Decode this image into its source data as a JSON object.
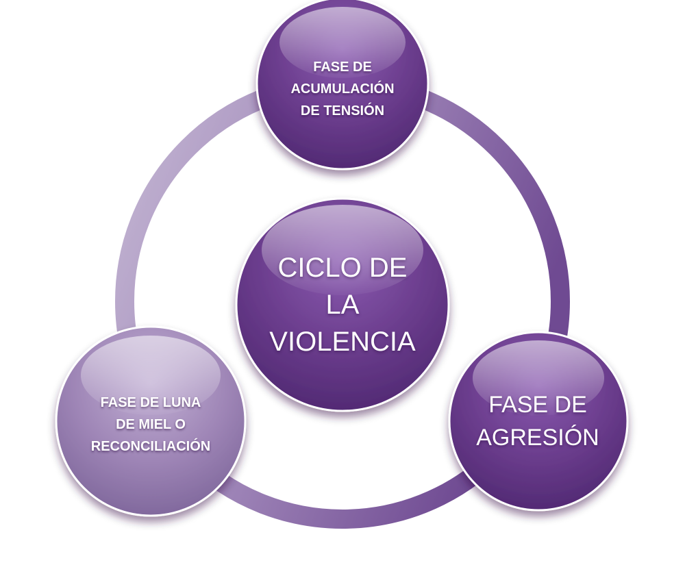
{
  "diagram": {
    "type": "cycle",
    "center": {
      "lines": [
        "CICLO DE",
        "LA",
        "VIOLENCIA"
      ]
    },
    "phases": [
      {
        "lines": [
          "FASE  DE",
          "ACUMULACIÓN",
          "DE TENSIÓN"
        ]
      },
      {
        "lines": [
          "FASE DE",
          "AGRESIÓN"
        ]
      },
      {
        "lines": [
          "FASE DE LUNA",
          "DE MIEL O",
          "RECONCILIACIÓN"
        ]
      }
    ]
  },
  "colors": {
    "node_dark": "#6a3c8c",
    "node_light": "#9e85b6",
    "ring_dark": "#7c5b9f",
    "ring_light": "#b7a6c9"
  }
}
